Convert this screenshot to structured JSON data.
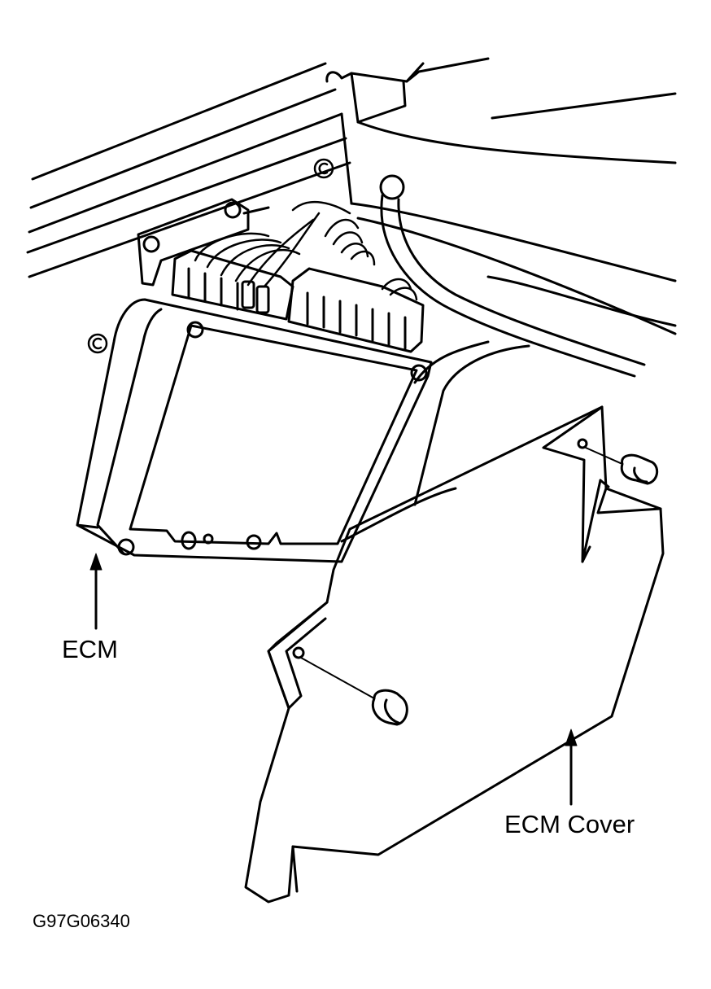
{
  "labels": {
    "ecm": "ECM",
    "ecm_cover": "ECM Cover",
    "figure_code": "G97G06340"
  },
  "colors": {
    "line": "#000000",
    "background": "#ffffff"
  }
}
